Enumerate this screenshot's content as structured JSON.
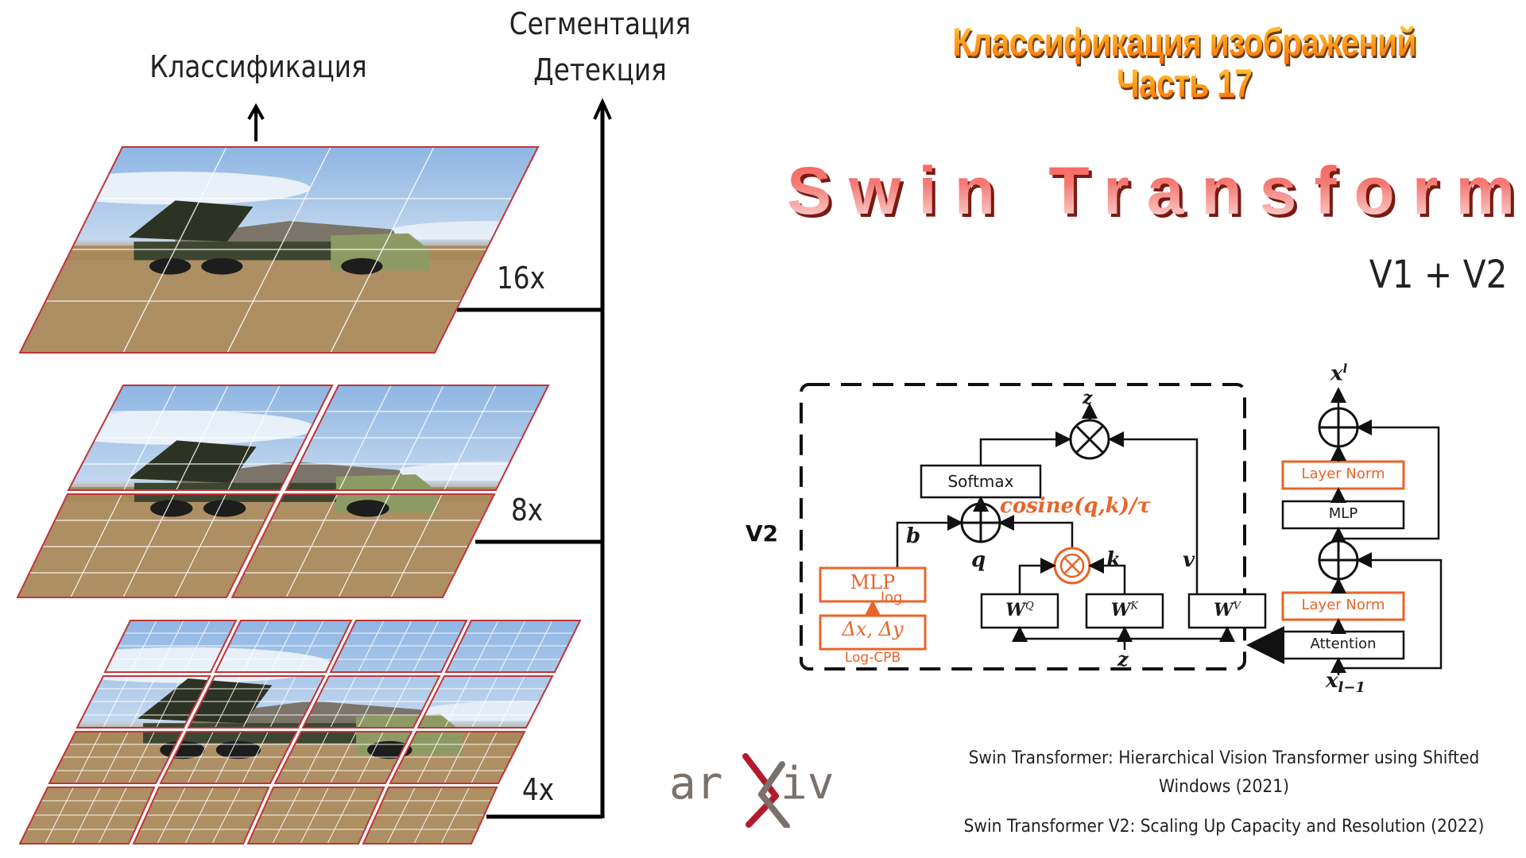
{
  "left_panel": {
    "classification_label": "Классификация",
    "segmentation_label": "Сегментация",
    "detection_label": "Детекция",
    "levels": [
      {
        "label": "16x",
        "cols": 1,
        "rows": 1,
        "subgrid": 4
      },
      {
        "label": "8x",
        "cols": 2,
        "rows": 2,
        "subgrid": 4
      },
      {
        "label": "4x",
        "cols": 4,
        "rows": 4,
        "subgrid": 4
      }
    ]
  },
  "header": {
    "title_line1": "Классификация изображений",
    "title_line2": "Часть 17",
    "main_title": "Swin Transformer",
    "version": "V1 + V2"
  },
  "diagram": {
    "version_tag": "V2",
    "softmax": "Softmax",
    "cosine": "cosine(q,k)/τ",
    "mlp_cpb": "MLP",
    "log": "log",
    "delta": "Δx, Δy",
    "log_cpb": "Log-CPB",
    "b": "b",
    "q": "q",
    "k": "k",
    "v": "v",
    "z_in": "z",
    "z_out": "z",
    "wq_base": "W",
    "wq_sup": "Q",
    "wk_base": "W",
    "wk_sup": "K",
    "wv_base": "W",
    "wv_sup": "V",
    "block": {
      "x_out_base": "x",
      "x_out_sup": "l",
      "layer_norm_top": "Layer Norm",
      "mlp": "MLP",
      "layer_norm_bottom": "Layer Norm",
      "attention": "Attention",
      "x_in_base": "x",
      "x_in_sub": "l−1"
    },
    "colors": {
      "orange": "#e8642a",
      "black": "#111111"
    }
  },
  "logo": {
    "text_left": "ar",
    "text_right": "iv",
    "gray": "#7a716b",
    "red": "#b31b2b"
  },
  "citations": [
    "Swin Transformer: Hierarchical Vision Transformer using Shifted",
    "Windows (2021)",
    "Swin Transformer V2: Scaling Up Capacity and Resolution (2022)"
  ]
}
